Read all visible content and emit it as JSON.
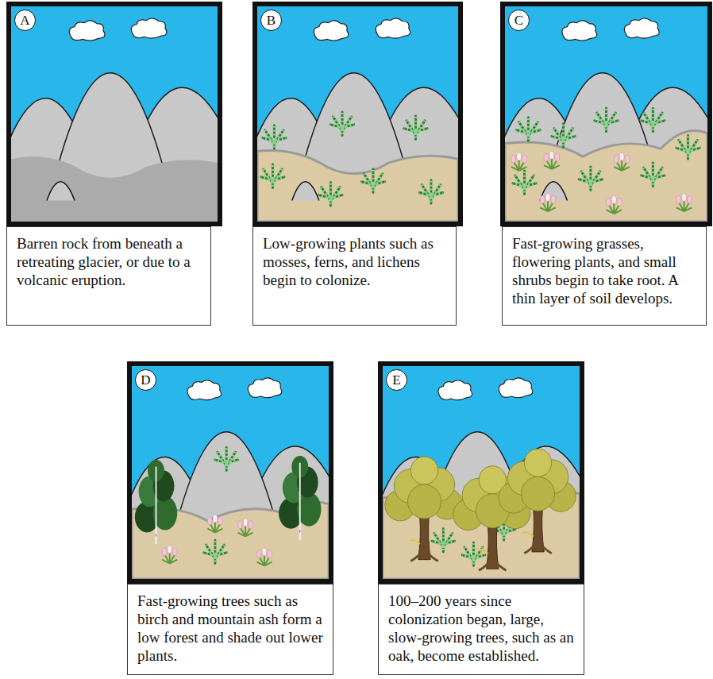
{
  "diagram": {
    "nodes": [
      {
        "text": [
          "A"
        ]
      },
      {
        "text": [
          "Barren rock from beneath a retreating glacier, or due to a volcanic eruption."
        ]
      },
      {
        "text": [
          "B"
        ]
      },
      {
        "text": [
          "Low-growing plants such as mosses, ferns, and lichens begin to colonize."
        ]
      },
      {
        "text": [
          "C"
        ]
      },
      {
        "text": [
          "Fast-growing grasses, flowering plants, and small shrubs begin to take root. A thin layer of soil develops."
        ]
      },
      {
        "text": [
          "D"
        ]
      },
      {
        "text": [
          "Fast-growing trees such as birch and mountain ash form a low forest and shade out lower plants."
        ]
      },
      {
        "text": [
          "E"
        ]
      },
      {
        "text": [
          "100–200 years since colonization began, large, slow-growing trees, such as an oak, become established."
        ]
      }
    ]
  }
}
